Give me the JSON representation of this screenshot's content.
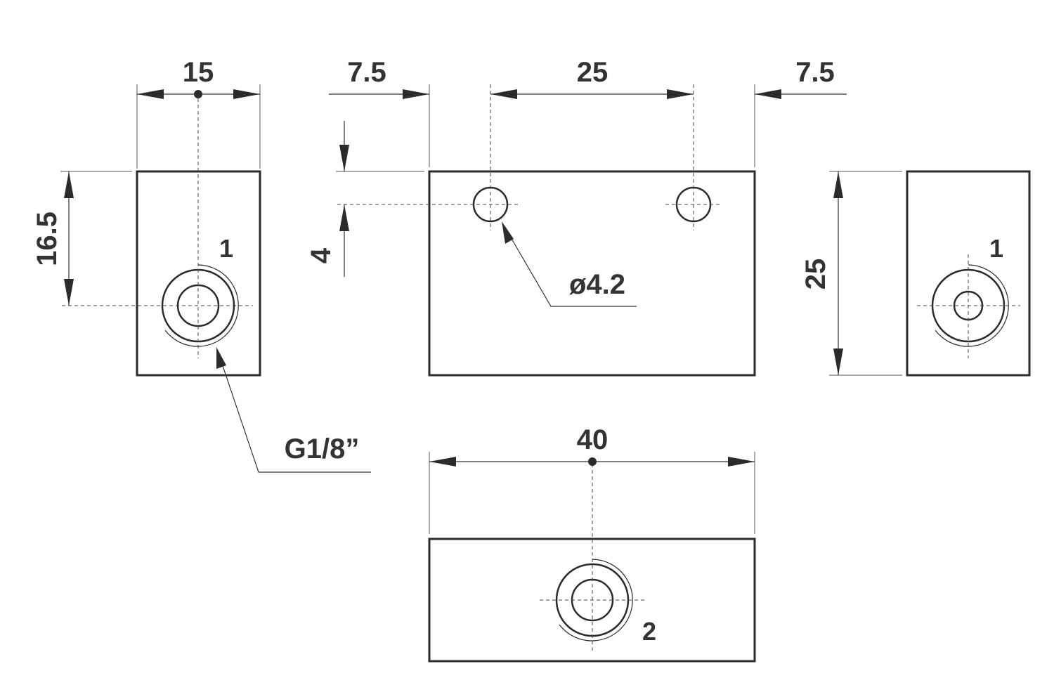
{
  "dimensions": {
    "left_width": "15",
    "left_height": "16.5",
    "top_left_margin": "7.5",
    "top_hole_spacing": "25",
    "top_right_margin": "7.5",
    "top_hole_offset": "4",
    "hole_diameter": "ø4.2",
    "right_height": "25",
    "bottom_width": "40"
  },
  "callouts": {
    "thread": "G1/8”",
    "port_left": "1",
    "port_right": "1",
    "port_bottom": "2"
  }
}
